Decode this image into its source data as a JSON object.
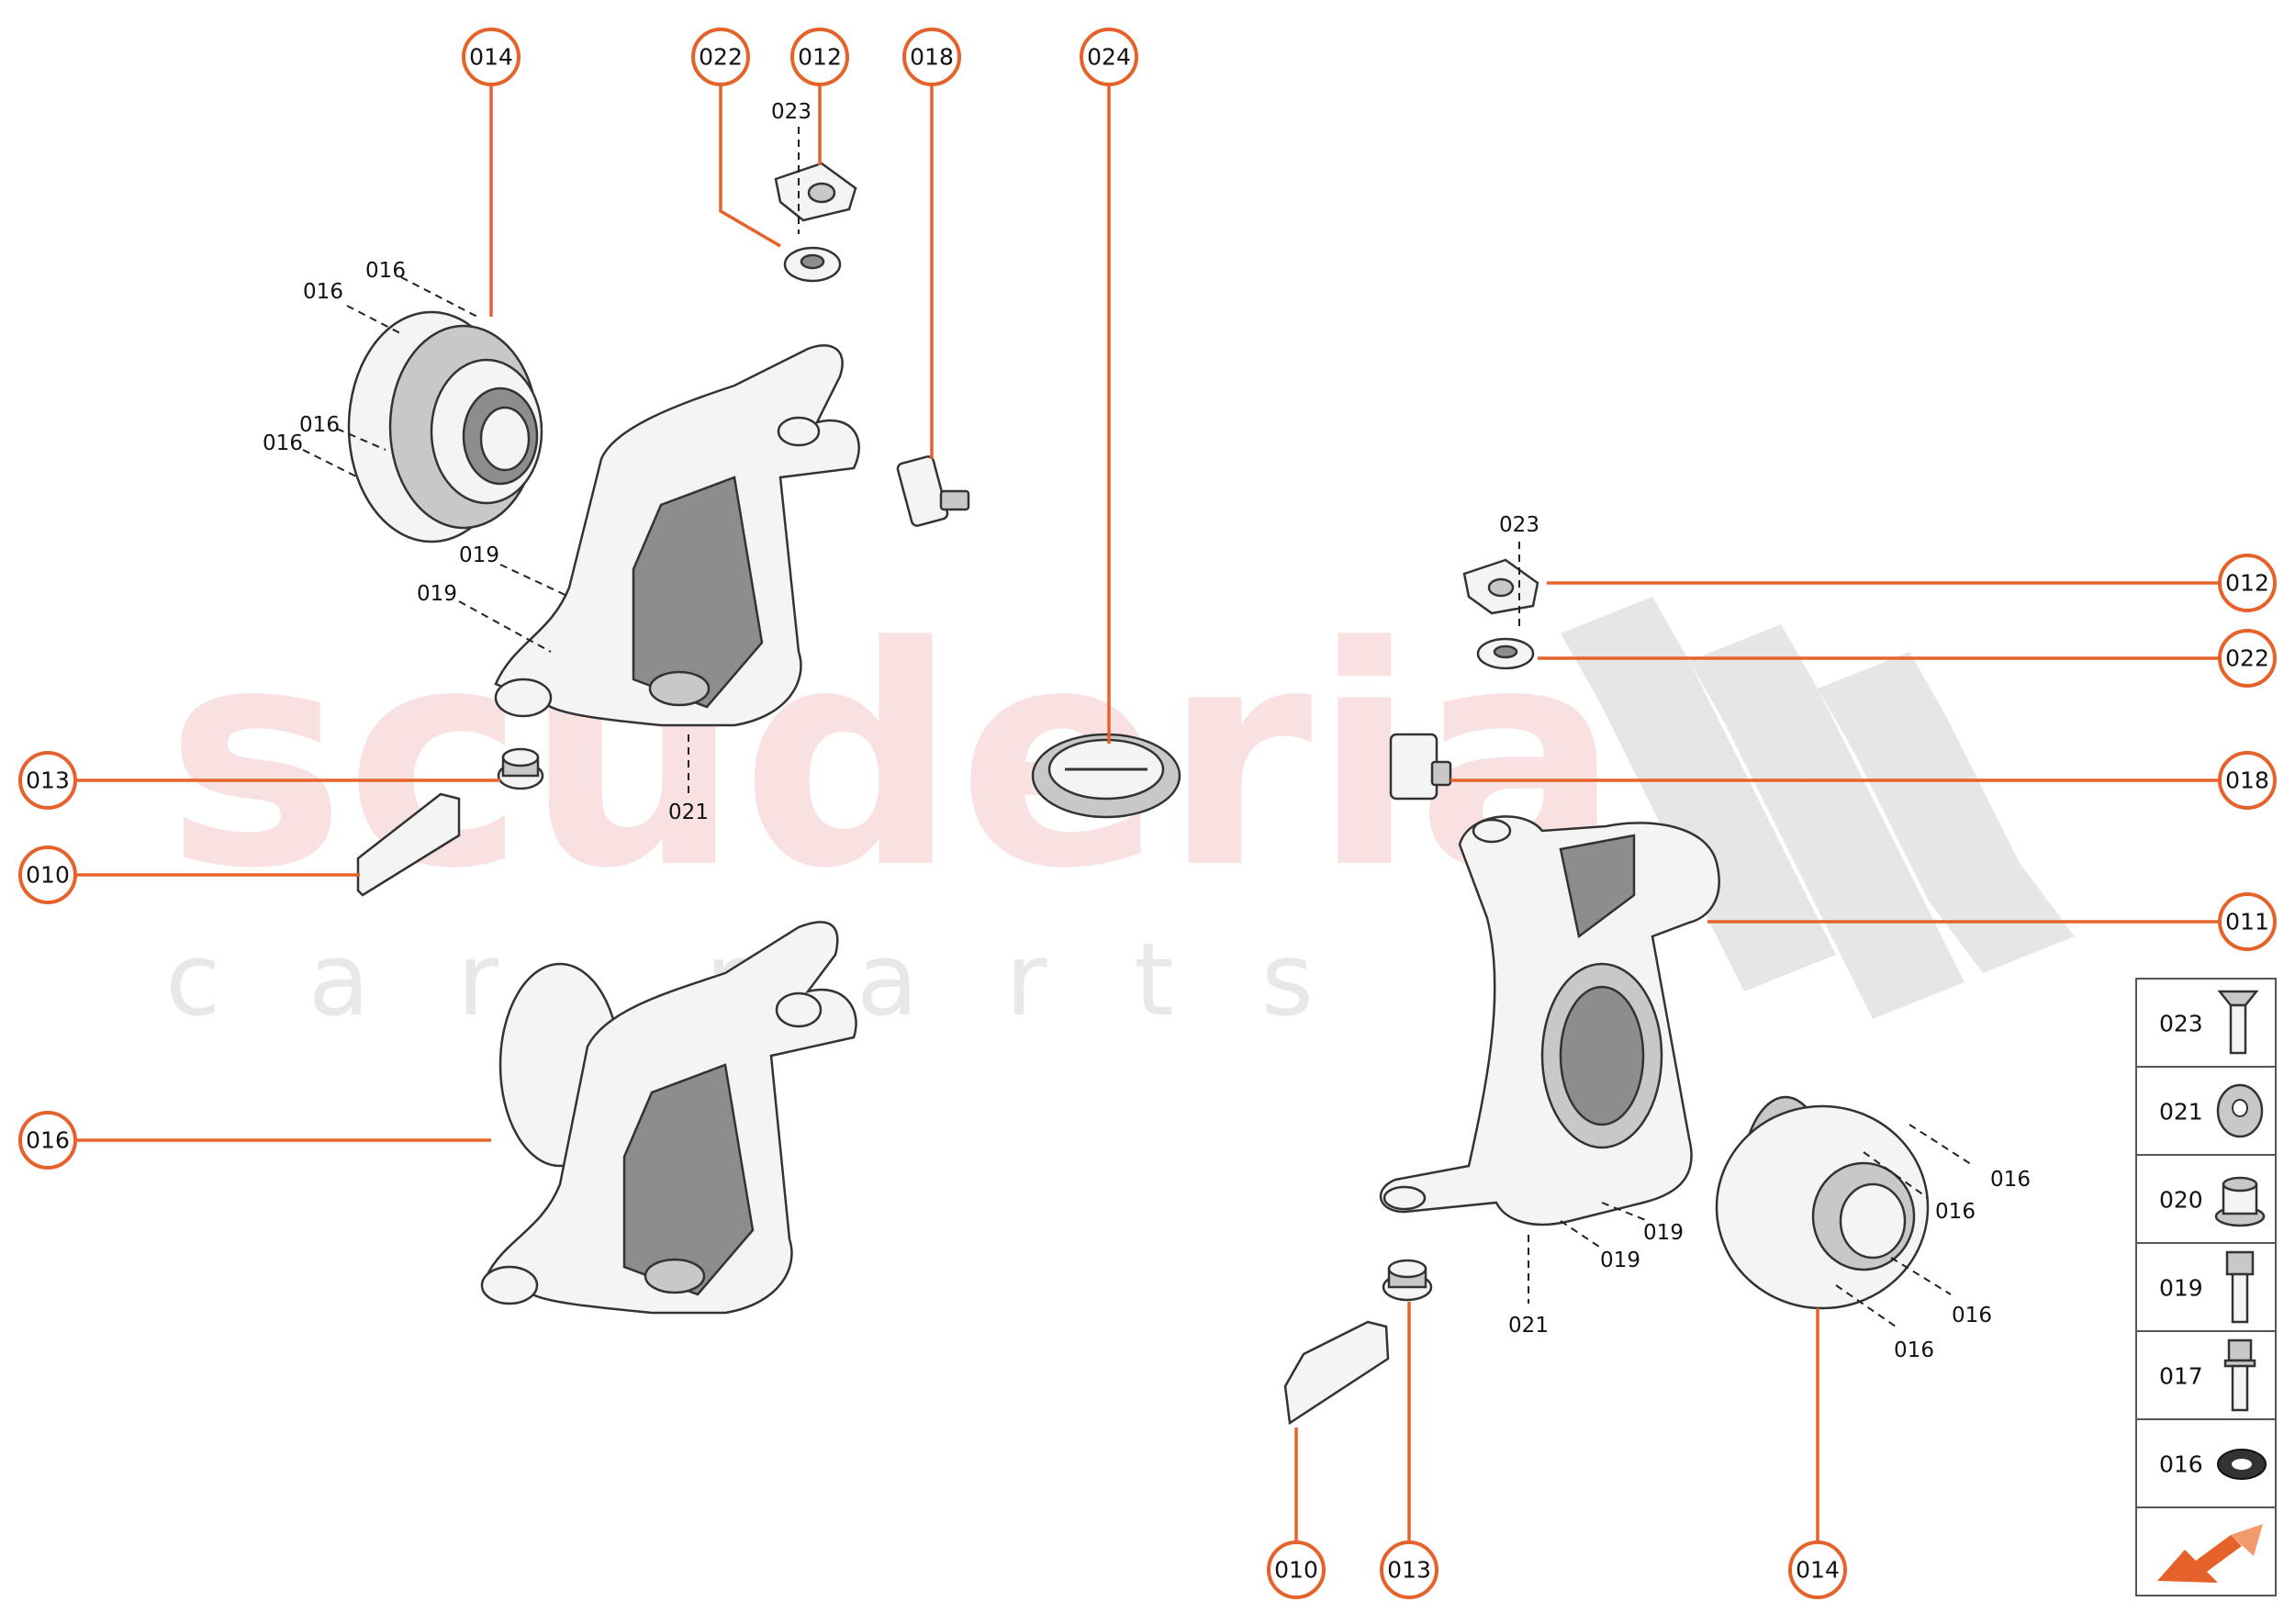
{
  "watermark": {
    "brand": "scuderia",
    "sub": "car parts"
  },
  "callouts": {
    "c014_top": "014",
    "c022_top": "022",
    "c012_top": "012",
    "c018_top": "018",
    "c024_top": "024",
    "c012_right": "012",
    "c022_right": "022",
    "c018_right": "018",
    "c011_right": "011",
    "c013_left": "013",
    "c010_left": "010",
    "c016_left": "016",
    "c010_bottom": "010",
    "c013_bottom": "013",
    "c014_bottom": "014"
  },
  "labels": {
    "l023_a": "023",
    "l016_a": "016",
    "l016_b": "016",
    "l016_c": "016",
    "l016_d": "016",
    "l019_a": "019",
    "l019_b": "019",
    "l021_a": "021",
    "l023_b": "023",
    "l019_c": "019",
    "l019_d": "019",
    "l021_b": "021",
    "l016_e": "016",
    "l016_f": "016",
    "l016_g": "016",
    "l016_h": "016"
  },
  "legend": [
    {
      "code": "023",
      "icon": "countersunk-screw-icon"
    },
    {
      "code": "021",
      "icon": "washer-icon"
    },
    {
      "code": "020",
      "icon": "flange-nut-icon"
    },
    {
      "code": "019",
      "icon": "hex-bolt-icon"
    },
    {
      "code": "017",
      "icon": "flange-bolt-icon"
    },
    {
      "code": "016",
      "icon": "wave-washer-icon"
    }
  ],
  "colors": {
    "accent": "#e5622a",
    "watermark": "#f7c9c9"
  }
}
